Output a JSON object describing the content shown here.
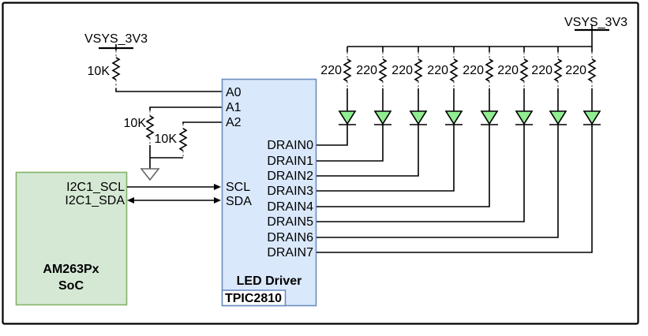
{
  "power_rails": {
    "left": "VSYS_3V3",
    "right": "VSYS_3V3"
  },
  "soc": {
    "line1": "AM263Px",
    "line2": "SoC",
    "pins": [
      "I2C1_SCL",
      "I2C1_SDA"
    ]
  },
  "driver": {
    "title": "LED Driver",
    "part": "TPIC2810",
    "address_pins": [
      "A0",
      "A1",
      "A2"
    ],
    "i2c_pins": [
      "SCL",
      "SDA"
    ],
    "drain_pins": [
      "DRAIN0",
      "DRAIN1",
      "DRAIN2",
      "DRAIN3",
      "DRAIN4",
      "DRAIN5",
      "DRAIN6",
      "DRAIN7"
    ]
  },
  "resistors": {
    "pullups": [
      "10K",
      "10K",
      "10K"
    ],
    "led_series": [
      "220",
      "220",
      "220",
      "220",
      "220",
      "220",
      "220",
      "220"
    ]
  },
  "colors": {
    "soc_fill": "#d5e8d4",
    "soc_border": "#82b366",
    "driver_fill": "#dae8fc",
    "driver_border": "#6c8ebf",
    "led_fill": "#90ee90",
    "wire": "#000000"
  }
}
